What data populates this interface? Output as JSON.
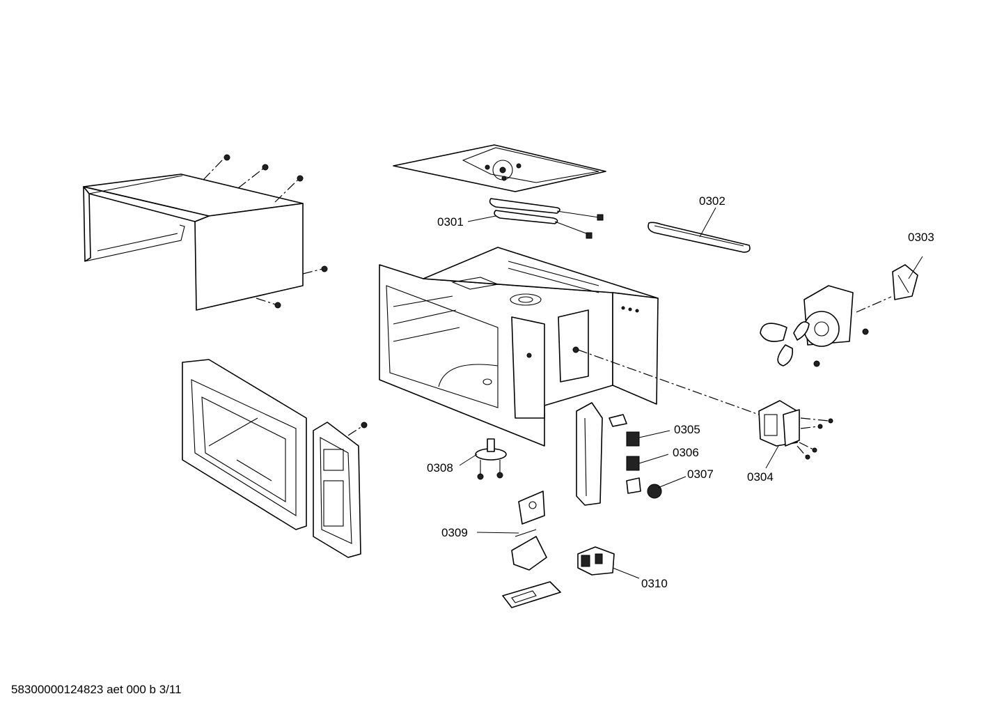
{
  "callouts": {
    "c0301": "0301",
    "c0302": "0302",
    "c0303": "0303",
    "c0304": "0304",
    "c0305": "0305",
    "c0306": "0306",
    "c0307": "0307",
    "c0308": "0308",
    "c0309": "0309",
    "c0310": "0310"
  },
  "footer": "58300000124823 aet 000 b 3/11"
}
